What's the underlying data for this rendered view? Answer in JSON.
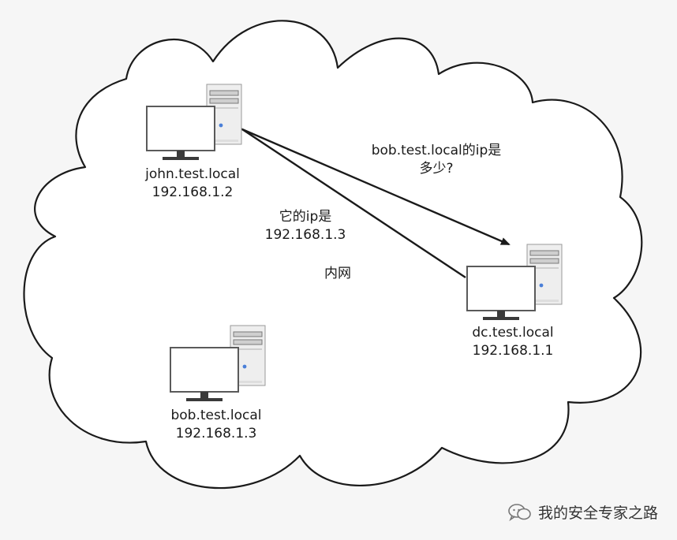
{
  "diagram": {
    "region_label": "内网",
    "nodes": [
      {
        "id": "john",
        "hostname": "john.test.local",
        "ip": "192.168.1.2"
      },
      {
        "id": "dc",
        "hostname": "dc.test.local",
        "ip": "192.168.1.1"
      },
      {
        "id": "bob",
        "hostname": "bob.test.local",
        "ip": "192.168.1.3"
      }
    ],
    "messages": [
      {
        "from": "john",
        "to": "dc",
        "line1": "bob.test.local的ip是",
        "line2": "多少?"
      },
      {
        "from": "dc",
        "to": "john",
        "line1": "它的ip是",
        "line2": "192.168.1.3"
      }
    ]
  },
  "watermark": {
    "text": "我的安全专家之路"
  }
}
